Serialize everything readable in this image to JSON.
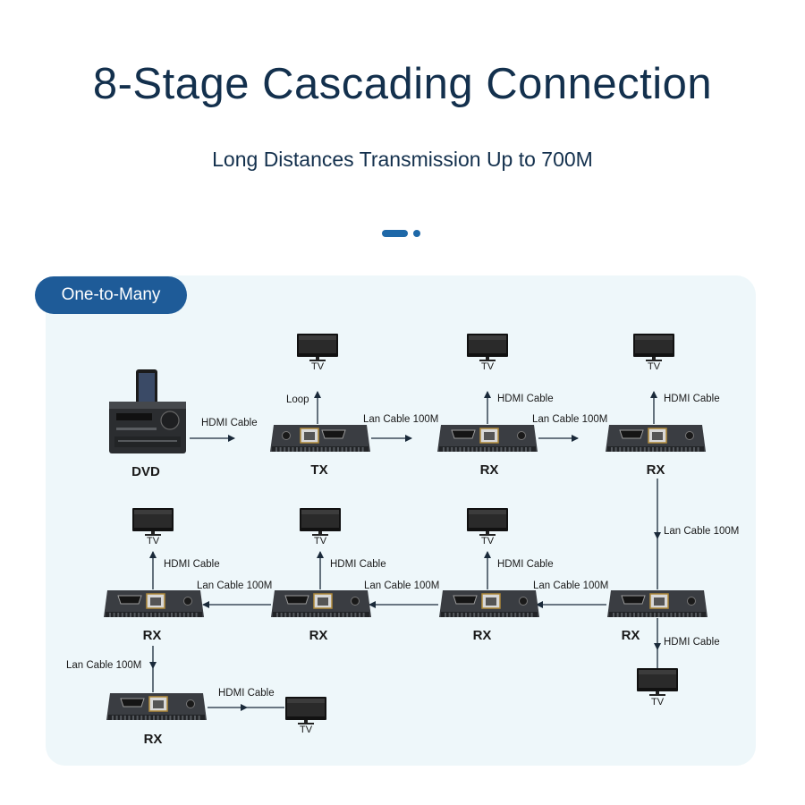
{
  "header": {
    "title": "8-Stage Cascading Connection",
    "subtitle": "Long Distances Transmission Up to 700M"
  },
  "badge": "One-to-Many",
  "colors": {
    "title": "#13304d",
    "accent": "#1e5b98",
    "panel": "#eef7fa"
  },
  "devices": {
    "source": "DVD",
    "tx": "TX",
    "rx": "RX",
    "tv": "TV"
  },
  "connections": {
    "hdmi": "HDMI Cable",
    "lan": "Lan Cable 100M",
    "loop": "Loop"
  }
}
